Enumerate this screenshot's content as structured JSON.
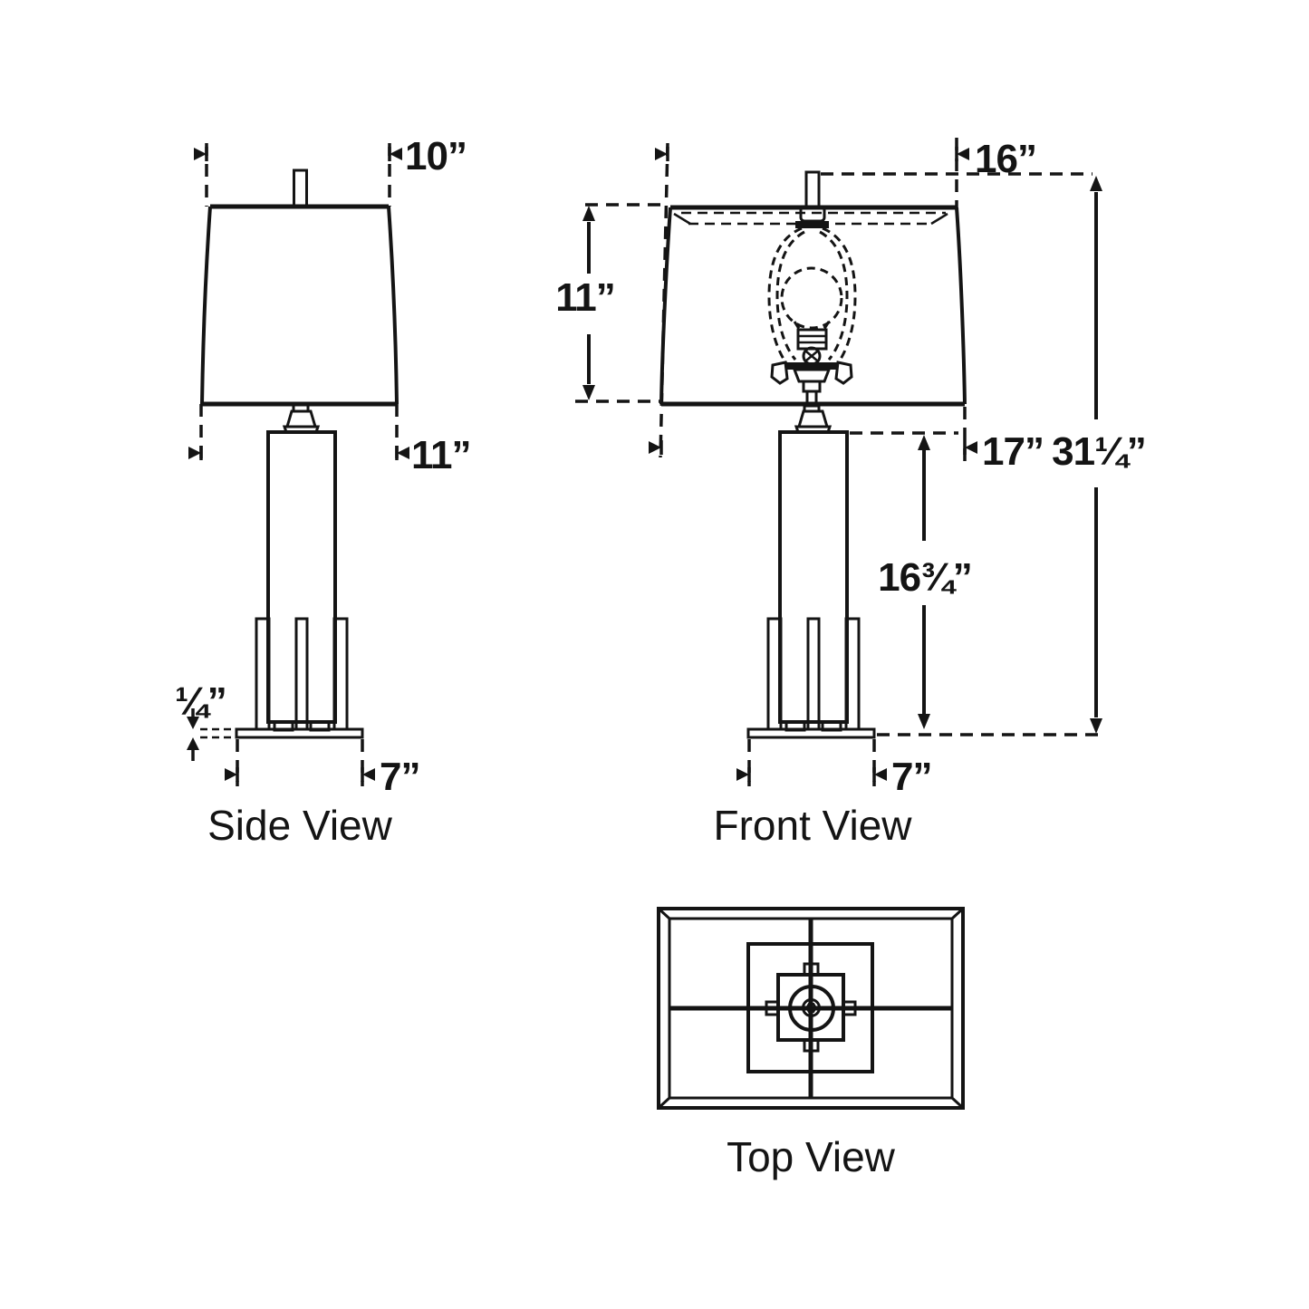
{
  "colors": {
    "line": "#141414",
    "background": "#ffffff"
  },
  "views": {
    "side_view": {
      "label": "Side View",
      "dimensions": {
        "shade_top_width": "10”",
        "shade_bottom_width": "11”",
        "base_thickness": "¼”",
        "base_width": "7”"
      }
    },
    "front_view": {
      "label": "Front View",
      "dimensions": {
        "shade_top_width": "16”",
        "shade_height": "11”",
        "shade_bottom_width": "17”",
        "body_height": "16¾”",
        "overall_height": "31¼”",
        "base_width": "7”"
      }
    },
    "top_view": {
      "label": "Top View"
    }
  }
}
